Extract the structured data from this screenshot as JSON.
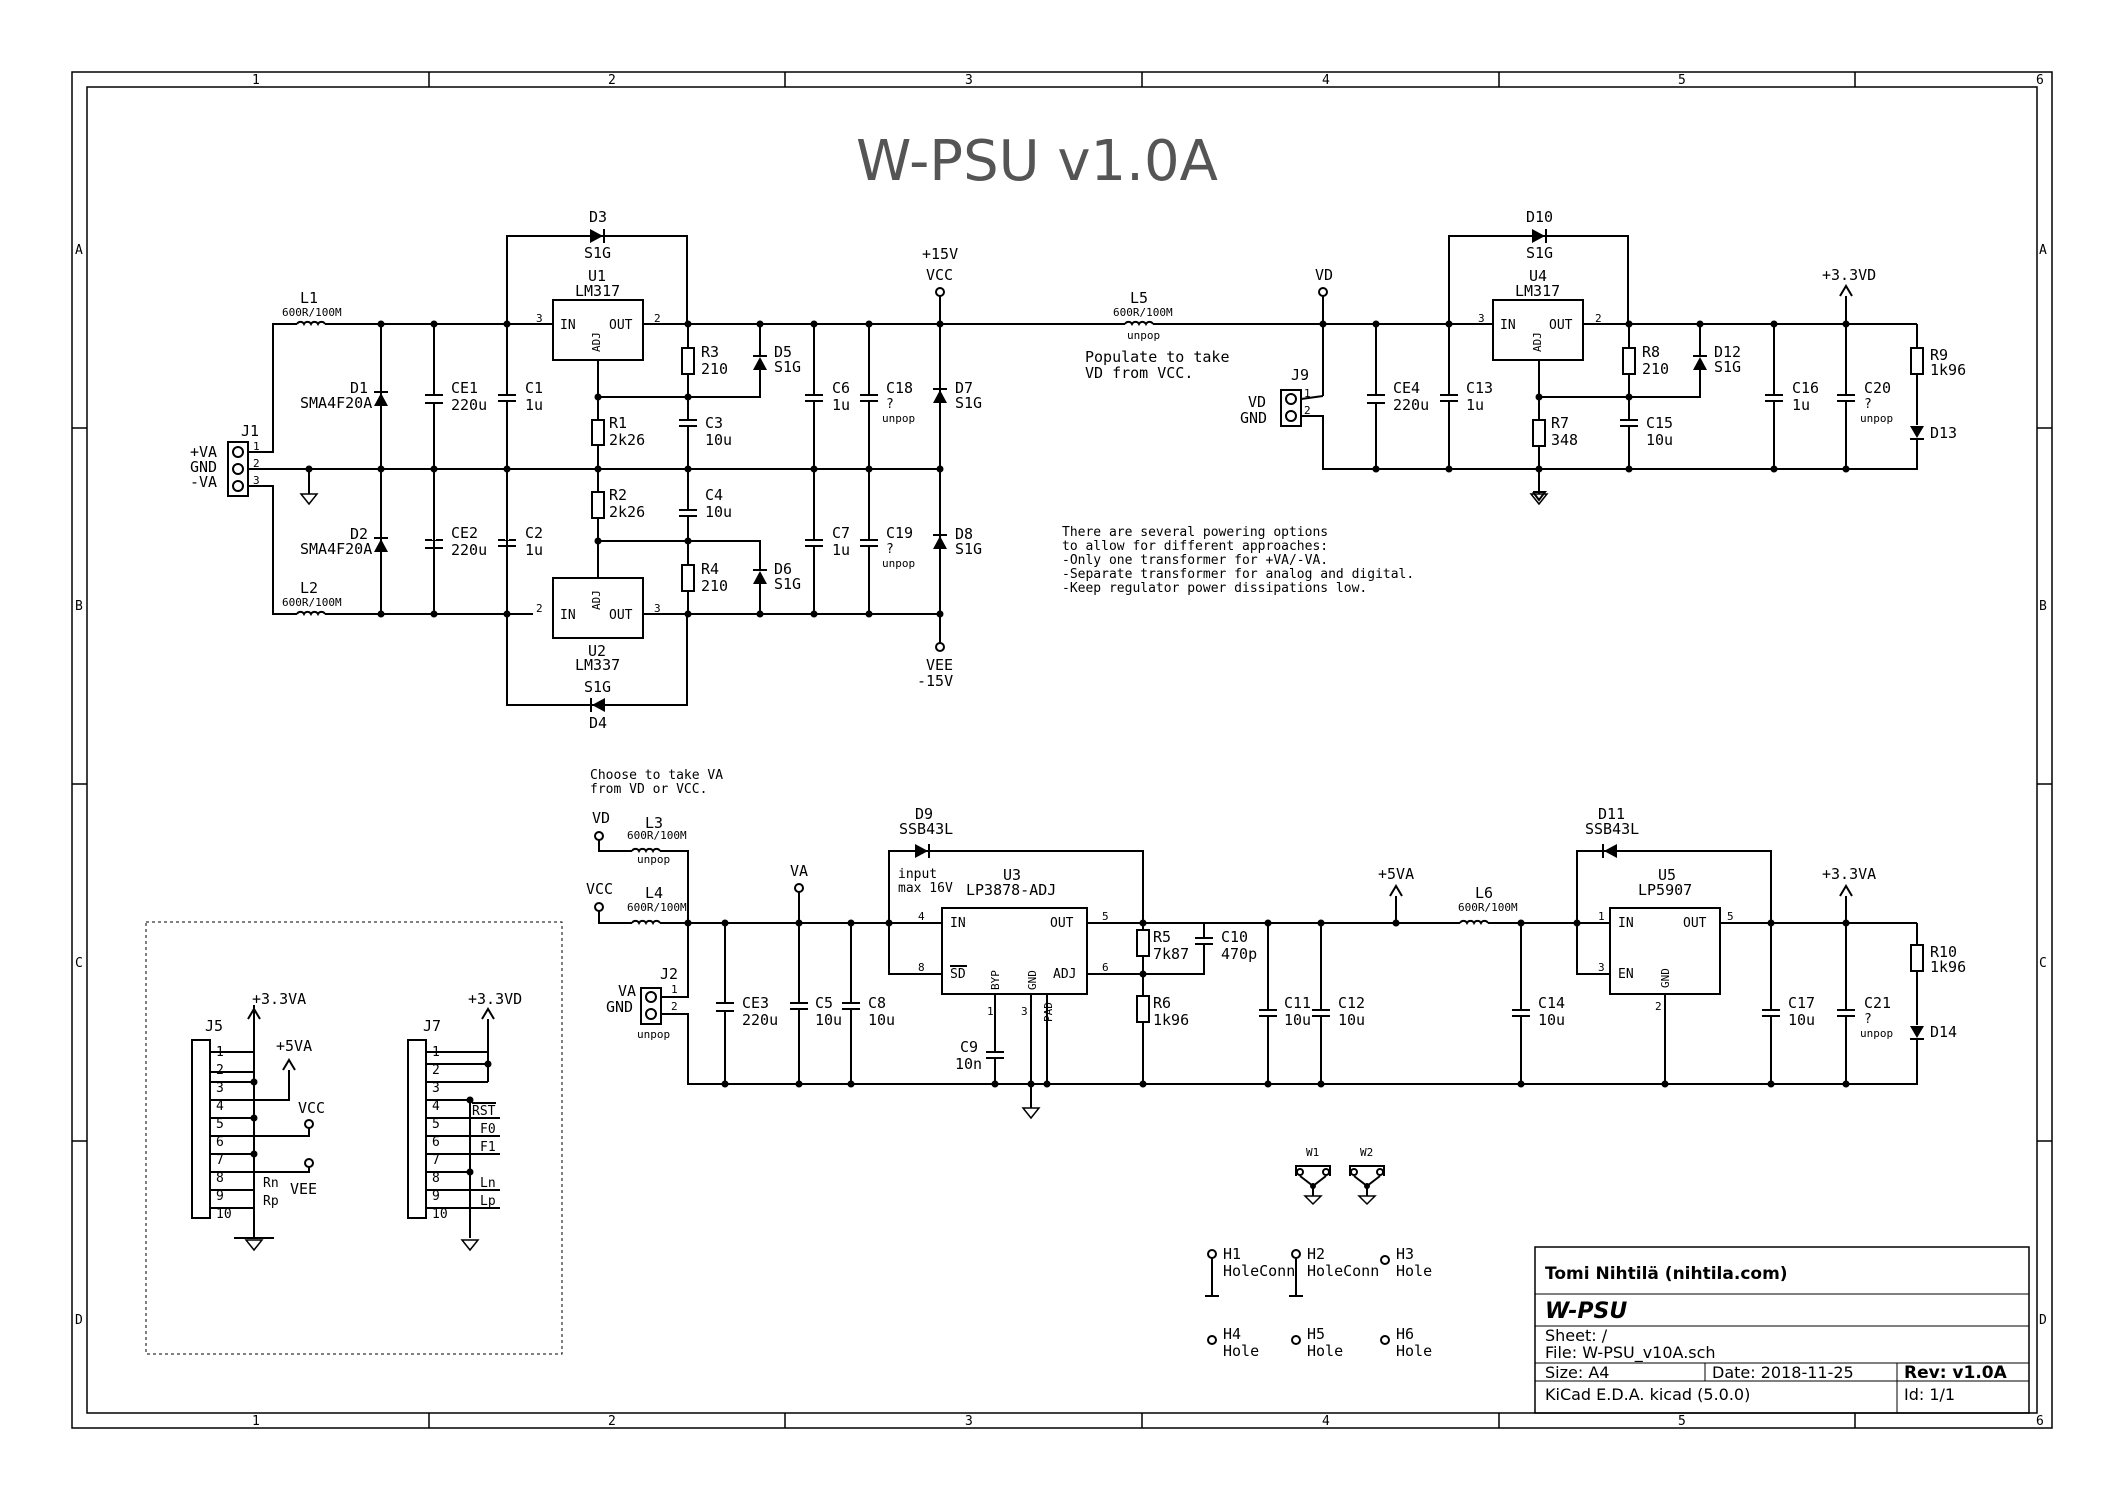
{
  "title": "W-PSU v1.0A",
  "frame": {
    "cols": [
      "1",
      "2",
      "3",
      "4",
      "5",
      "6"
    ],
    "rows": [
      "A",
      "B",
      "C",
      "D"
    ]
  },
  "notes": {
    "powering": [
      "There are several powering options",
      "to allow for different approaches:",
      "-Only one transformer for +VA/-VA.",
      "-Separate transformer for analog and digital.",
      "-Keep regulator power dissipations low."
    ],
    "populate": [
      "Populate to take",
      "VD from VCC."
    ],
    "choose": [
      "Choose to take VA",
      "from VD or VCC."
    ],
    "input_max": [
      "input",
      "max 16V"
    ]
  },
  "nets": {
    "p15": "+15V",
    "vcc": "VCC",
    "vee": "VEE",
    "m15": "-15V",
    "vd": "VD",
    "va": "VA",
    "p33vd": "+3.3VD",
    "p33va": "+3.3VA",
    "p5va": "+5VA",
    "gnd": "GND",
    "pva": "+VA",
    "mva": "-VA"
  },
  "parts": {
    "J1": "J1",
    "L1": "L1",
    "L2": "L2",
    "L3": "L3",
    "L4": "L4",
    "L5": "L5",
    "L6": "L6",
    "ferrite": "600R/100M",
    "unpop": "unpop",
    "D1": "D1",
    "D2": "D2",
    "sma": "SMA4F20A",
    "CE1": "CE1",
    "CE2": "CE2",
    "CE3": "CE3",
    "CE4": "CE4",
    "v220": "220u",
    "C1": "C1",
    "C2": "C2",
    "C3": "C3",
    "C4": "C4",
    "C5": "C5",
    "C6": "C6",
    "C7": "C7",
    "C8": "C8",
    "C9": "C9",
    "C10": "C10",
    "C11": "C11",
    "C12": "C12",
    "C13": "C13",
    "C14": "C14",
    "C15": "C15",
    "C16": "C16",
    "C17": "C17",
    "C18": "C18",
    "C19": "C19",
    "C20": "C20",
    "C21": "C21",
    "u1": "1u",
    "u10": "10u",
    "n10": "10n",
    "p470": "470p",
    "q": "?",
    "D3": "D3",
    "D4": "D4",
    "D5": "D5",
    "D6": "D6",
    "D7": "D7",
    "D8": "D8",
    "D9": "D9",
    "D10": "D10",
    "D11": "D11",
    "D12": "D12",
    "D13": "D13",
    "D14": "D14",
    "s1g": "S1G",
    "ssb": "SSB43L",
    "U1": "U1",
    "U2": "U2",
    "U3": "U3",
    "U4": "U4",
    "U5": "U5",
    "lm317": "LM317",
    "lm337": "LM337",
    "lp3878": "LP3878-ADJ",
    "lp5907": "LP5907",
    "R1": "R1",
    "R2": "R2",
    "R3": "R3",
    "R4": "R4",
    "R5": "R5",
    "R6": "R6",
    "R7": "R7",
    "R8": "R8",
    "R9": "R9",
    "R10": "R10",
    "r2k26": "2k26",
    "r210": "210",
    "r7k87": "7k87",
    "r1k96": "1k96",
    "r348": "348",
    "J2": "J2",
    "J5": "J5",
    "J7": "J7",
    "J9": "J9",
    "W1": "W1",
    "W2": "W2",
    "H1": "H1",
    "H2": "H2",
    "H3": "H3",
    "H4": "H4",
    "H5": "H5",
    "H6": "H6",
    "holeconn": "HoleConn",
    "hole": "Hole",
    "pin_in": "IN",
    "pin_out": "OUT",
    "pin_adj": "ADJ",
    "pin_en": "EN",
    "pin_gnd": "GND",
    "pin_sd": "SD",
    "pin_byp": "BYP",
    "pin_pad": "PAD"
  },
  "headers": {
    "j5_pins": [
      "1",
      "2",
      "3",
      "4",
      "5",
      "6",
      "7",
      "8",
      "9",
      "10"
    ],
    "j5_labels": {
      "p9": "Rn",
      "p10": "Rp"
    },
    "j7_labels": {
      "p5": "RST",
      "p6": "F0",
      "p7": "F1",
      "p9": "Ln",
      "p10": "Lp"
    }
  },
  "title_block": {
    "author": "Tomi Nihtilä (nihtila.com)",
    "project": "W-PSU",
    "sheet": "Sheet: /",
    "file": "File: W-PSU_v10A.sch",
    "size": "Size: A4",
    "date": "Date: 2018-11-25",
    "rev": "Rev: v1.0A",
    "tool": "KiCad E.D.A.  kicad (5.0.0)",
    "id": "Id: 1/1"
  }
}
